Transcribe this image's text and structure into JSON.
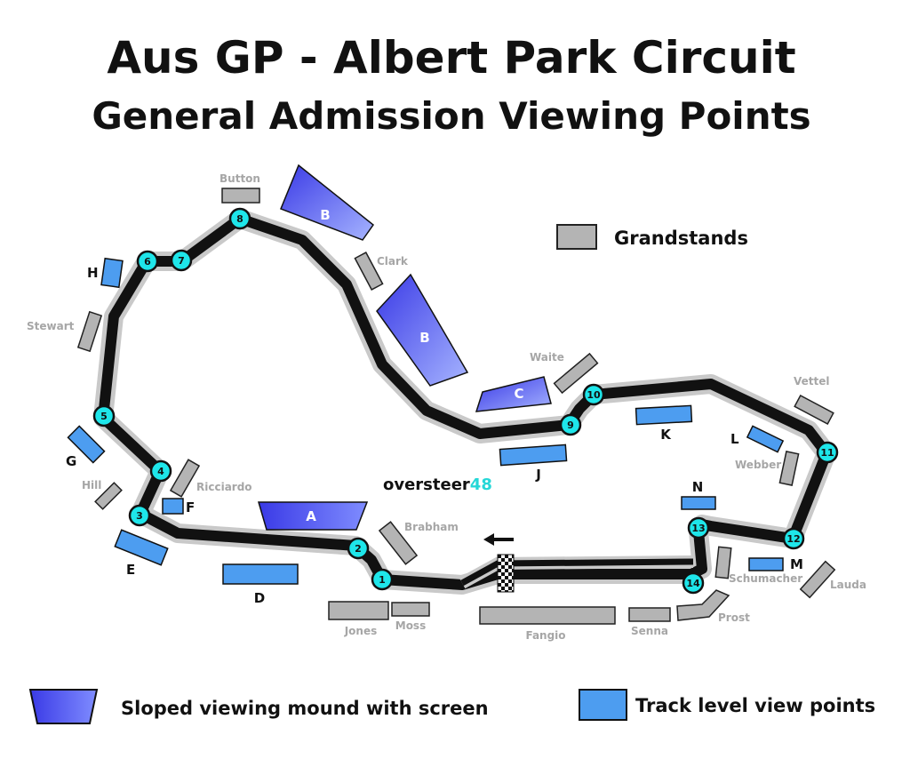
{
  "title": "Aus GP - Albert Park Circuit",
  "subtitle": "General Admission Viewing Points",
  "brand": {
    "text": "oversteer",
    "number": "48"
  },
  "colors": {
    "track": "#111111",
    "track_outline": "#c9c9c9",
    "grandstand": "#b4b4b4",
    "track_level": "#4d9df0",
    "mound_dark": "#3a3ae6",
    "mound_light": "#a6b4ff",
    "turn_marker": "#1ee6ea",
    "brand_accent": "#25d7d7"
  },
  "legend": {
    "grandstands": "Grandstands",
    "mound": "Sloped viewing mound with screen",
    "track_level": "Track level view points"
  },
  "grandstands": [
    {
      "name": "Button"
    },
    {
      "name": "Clark"
    },
    {
      "name": "Stewart"
    },
    {
      "name": "Waite"
    },
    {
      "name": "Vettel"
    },
    {
      "name": "Webber"
    },
    {
      "name": "Hill"
    },
    {
      "name": "Ricciardo"
    },
    {
      "name": "Brabham"
    },
    {
      "name": "Jones"
    },
    {
      "name": "Moss"
    },
    {
      "name": "Fangio"
    },
    {
      "name": "Senna"
    },
    {
      "name": "Prost"
    },
    {
      "name": "Schumacher"
    },
    {
      "name": "Lauda"
    }
  ],
  "mounds": [
    {
      "label": "B"
    },
    {
      "label": "B"
    },
    {
      "label": "C"
    },
    {
      "label": "A"
    }
  ],
  "track_level_points": [
    {
      "label": "H"
    },
    {
      "label": "G"
    },
    {
      "label": "F"
    },
    {
      "label": "E"
    },
    {
      "label": "D"
    },
    {
      "label": "J"
    },
    {
      "label": "K"
    },
    {
      "label": "L"
    },
    {
      "label": "N"
    },
    {
      "label": "M"
    }
  ],
  "turns": [
    "1",
    "2",
    "3",
    "4",
    "5",
    "6",
    "7",
    "8",
    "9",
    "10",
    "11",
    "12",
    "13",
    "14"
  ]
}
